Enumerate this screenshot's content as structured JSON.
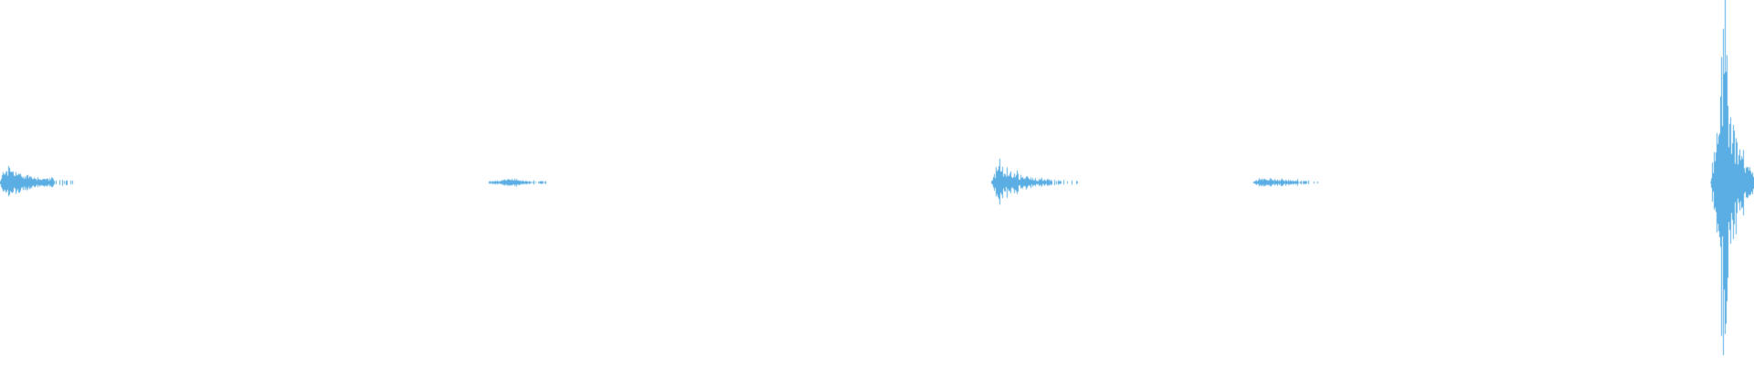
{
  "waveform": {
    "color": "#5aaee3",
    "background": "#ffffff",
    "amplitude_range": [
      -1,
      1
    ],
    "duration_units": 1920,
    "segments": [
      {
        "name": "burst-1",
        "start": 0,
        "end": 80,
        "peak": 0.12,
        "attack": 0.06,
        "decay": 0.35,
        "floor": 0.012,
        "tail_dots": true
      },
      {
        "name": "burst-2",
        "start": 535,
        "end": 598,
        "peak": 0.028,
        "attack": 0.3,
        "decay": 0.5,
        "floor": 0.006,
        "tail_dots": true
      },
      {
        "name": "burst-3",
        "start": 1085,
        "end": 1180,
        "peak": 0.12,
        "attack": 0.08,
        "decay": 0.3,
        "floor": 0.01,
        "tail_dots": true
      },
      {
        "name": "burst-4",
        "start": 1372,
        "end": 1443,
        "peak": 0.03,
        "attack": 0.1,
        "decay": 0.6,
        "floor": 0.008,
        "tail_dots": true
      },
      {
        "name": "burst-5",
        "start": 1872,
        "end": 1920,
        "peak": 0.95,
        "attack": 0.32,
        "decay": 0.35,
        "floor": 0.01,
        "tail_dots": false
      }
    ]
  }
}
